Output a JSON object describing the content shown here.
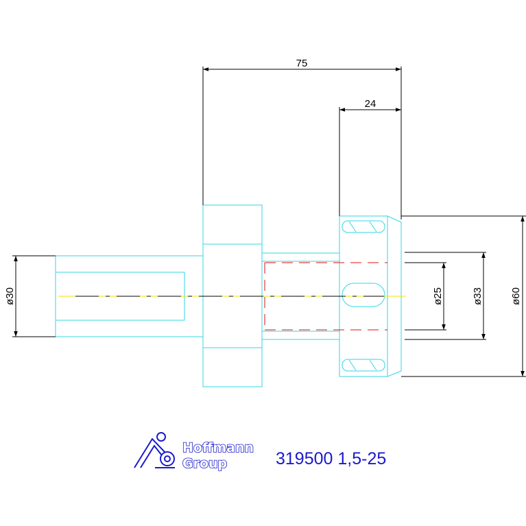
{
  "dimensions": {
    "overall_length": "75",
    "nut_length": "24",
    "shank_diameter": "ø30",
    "bore_diameter": "ø25",
    "nut_inner_diameter": "ø33",
    "nut_outer_diameter": "ø60"
  },
  "logo": {
    "line1": "Hoffmann",
    "line2": "Group"
  },
  "part_number": "319500 1,5-25",
  "colors": {
    "outline": "#33d6e6",
    "hidden_line": "#e01010",
    "center_line": "#f2e600",
    "dimension": "#000000",
    "logo": "#1a1acc"
  }
}
